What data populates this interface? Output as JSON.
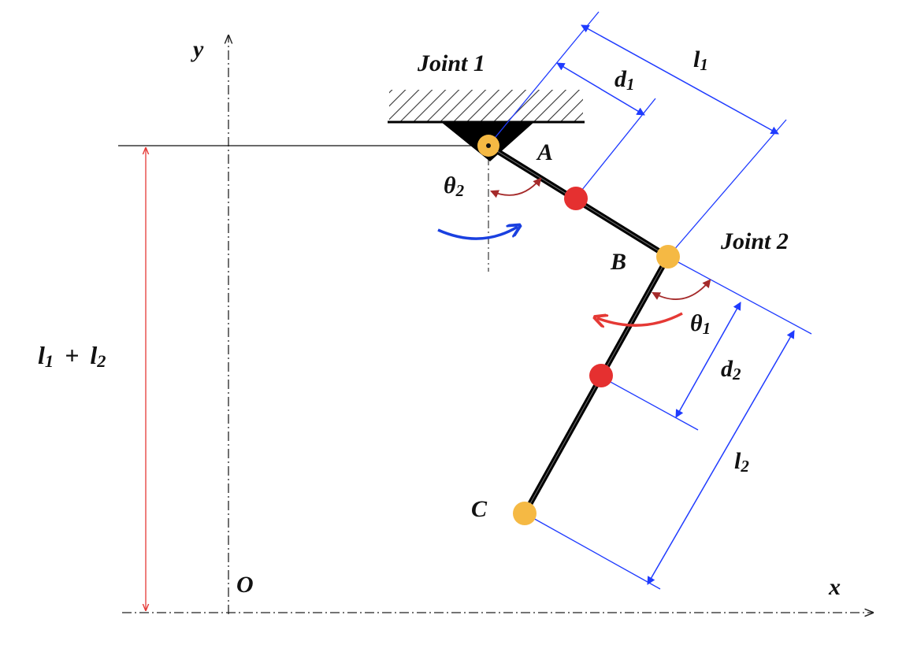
{
  "labels": {
    "y_axis": "y",
    "x_axis": "x",
    "origin": "O",
    "joint1": "Joint 1",
    "joint2": "Joint 2",
    "point_a": "A",
    "point_b": "B",
    "point_c": "C",
    "theta_symbol": "θ",
    "l_symbol": "l",
    "d_symbol": "d",
    "sub_1": "1",
    "sub_2": "2",
    "plus_sign": "+"
  },
  "colors": {
    "dimension_line": "#1f3bff",
    "height_dimension": "#e53935",
    "angle_arc": "#a52a2a",
    "rotation_arrow_joint1": "#1a40e0",
    "rotation_arrow_joint2": "#e53935",
    "joint_marker": "#f5b944",
    "center_of_mass_marker": "#e53030",
    "link": "#000000"
  }
}
